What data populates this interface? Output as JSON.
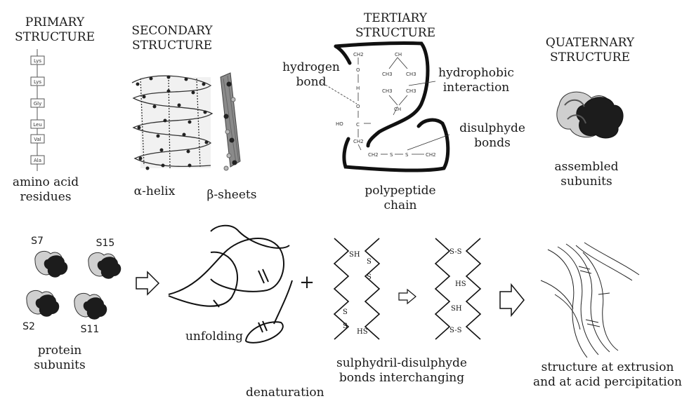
{
  "labels": {
    "primary": "PRIMARY\nSTRUCTURE",
    "secondary": "SECONDARY\nSTRUCTURE",
    "tertiary": "TERTIARY\nSTRUCTURE",
    "quaternary": "QUATERNARY\nSTRUCTURE",
    "amino_acid": "amino acid\nresidues",
    "alpha_helix": "α-helix",
    "beta_sheets": "β-sheets",
    "hydrogen_bond": "hydrogen\nbond",
    "hydrophobic": "hydrophobic\ninteraction",
    "disulphyde": "disulphyde\nbonds",
    "polypeptide": "polypeptide\nchain",
    "assembled": "assembled\nsubunits",
    "protein_subunits": "protein\nsubunits",
    "unfolding": "unfolding",
    "sulphydril": "sulphydril-disulphyde\nbonds interchanging",
    "denaturation": "denaturation",
    "extrusion": "structure at extrusion\nand at acid percipitation",
    "plus": "+"
  },
  "amino_acids": [
    "Lys",
    "Lys",
    "Gly",
    "Leu",
    "Val",
    "Ala"
  ],
  "subunits": [
    "S7",
    "S15",
    "S2",
    "S11"
  ],
  "chem": {
    "ch2_a": "CH2",
    "o_a": "O",
    "h": "H",
    "o_b": "O",
    "ho": "HO",
    "c": "C",
    "ch2_b": "CH2",
    "ch": "CH",
    "ch3_a": "CH3",
    "ch3_b": "CH3",
    "ch3_c": "CH3",
    "ch3_d": "CH3",
    "cH": "CH",
    "ch2_c": "CH2",
    "s1": "S",
    "s2": "S",
    "ch2_d": "CH2"
  },
  "sh_labels": {
    "left": [
      "SH",
      "S",
      "S",
      "S",
      "S",
      "HS"
    ],
    "right": [
      "S-S",
      "HS",
      "SH",
      "S-S"
    ]
  }
}
